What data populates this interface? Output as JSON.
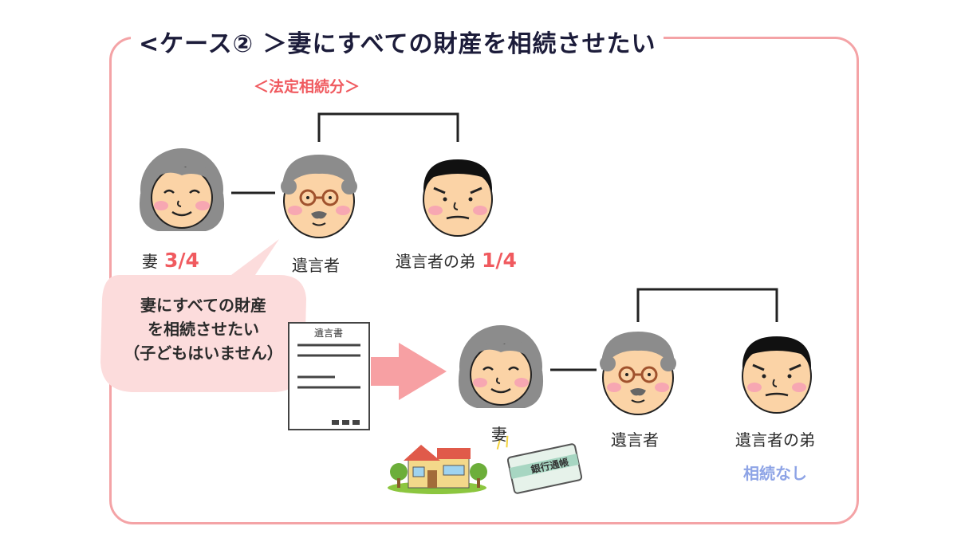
{
  "title": "<ケース② ＞妻にすべての財産を相続させたい",
  "legal_heading": "＜法定相続分＞",
  "top": {
    "wife_label": "妻",
    "wife_share": "3/4",
    "testator_label": "遺言者",
    "brother_label": "遺言者の弟",
    "brother_share": "1/4"
  },
  "bubble": {
    "line1": "妻にすべての財産",
    "line2": "を相続させたい",
    "line3": "（子どもはいません）"
  },
  "will_doc_title": "遺言書",
  "bottom": {
    "wife_label": "妻",
    "testator_label": "遺言者",
    "brother_label": "遺言者の弟",
    "brother_status": "相続なし"
  },
  "passbook_text": "銀行通帳",
  "colors": {
    "frame": "#f4a3a6",
    "accent": "#f05a5f",
    "arrow": "#f7a0a3",
    "bubble": "#fcdcdc",
    "none": "#8ea4e6"
  }
}
